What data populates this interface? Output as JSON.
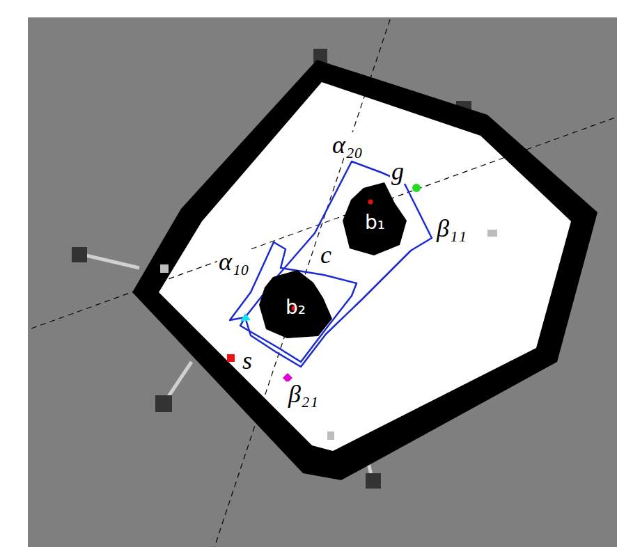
{
  "diagram": {
    "nodes": [
      {
        "text": [
          "b₁"
        ]
      },
      {
        "text": [
          "b₂"
        ]
      }
    ],
    "labels": [
      "α₂₀",
      "g",
      "β₁₁",
      "α₁₀",
      "c",
      "s",
      "β₂₁"
    ]
  }
}
